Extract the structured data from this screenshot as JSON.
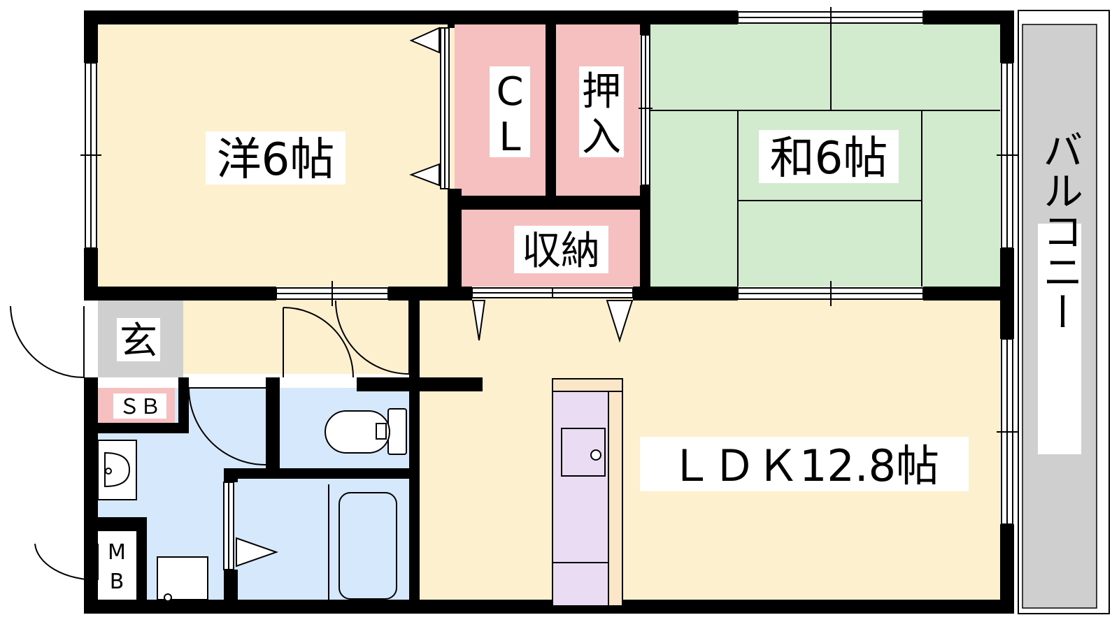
{
  "floorplan": {
    "rooms": {
      "western_room": {
        "label": "洋6帖",
        "color": "#fdf0cf"
      },
      "closet": {
        "label_line1": "C",
        "label_line2": "L",
        "color": "#f7c0c0"
      },
      "oshiire": {
        "label_line1": "押",
        "label_line2": "入",
        "color": "#f7c0c0"
      },
      "storage": {
        "label": "収納",
        "color": "#f7c0c0"
      },
      "japanese_room": {
        "label": "和6帖",
        "color": "#d2ebcf"
      },
      "ldk": {
        "label": "ＬＤＫ12.8帖",
        "color": "#fdf0cf"
      },
      "entrance": {
        "label": "玄",
        "color": "#cfcfcf"
      },
      "shoe_box": {
        "label": "ＳＢ",
        "color": "#f7c0c0"
      },
      "meter_box": {
        "label_line1": "M",
        "label_line2": "B",
        "color": "#ffffff"
      },
      "balcony": {
        "label": "バルコニー",
        "color": "#cfcfcf"
      },
      "wet_area": {
        "color": "#d6e8fb"
      },
      "kitchen": {
        "color": "#e9dcf3"
      }
    },
    "wall_color": "#000000"
  }
}
